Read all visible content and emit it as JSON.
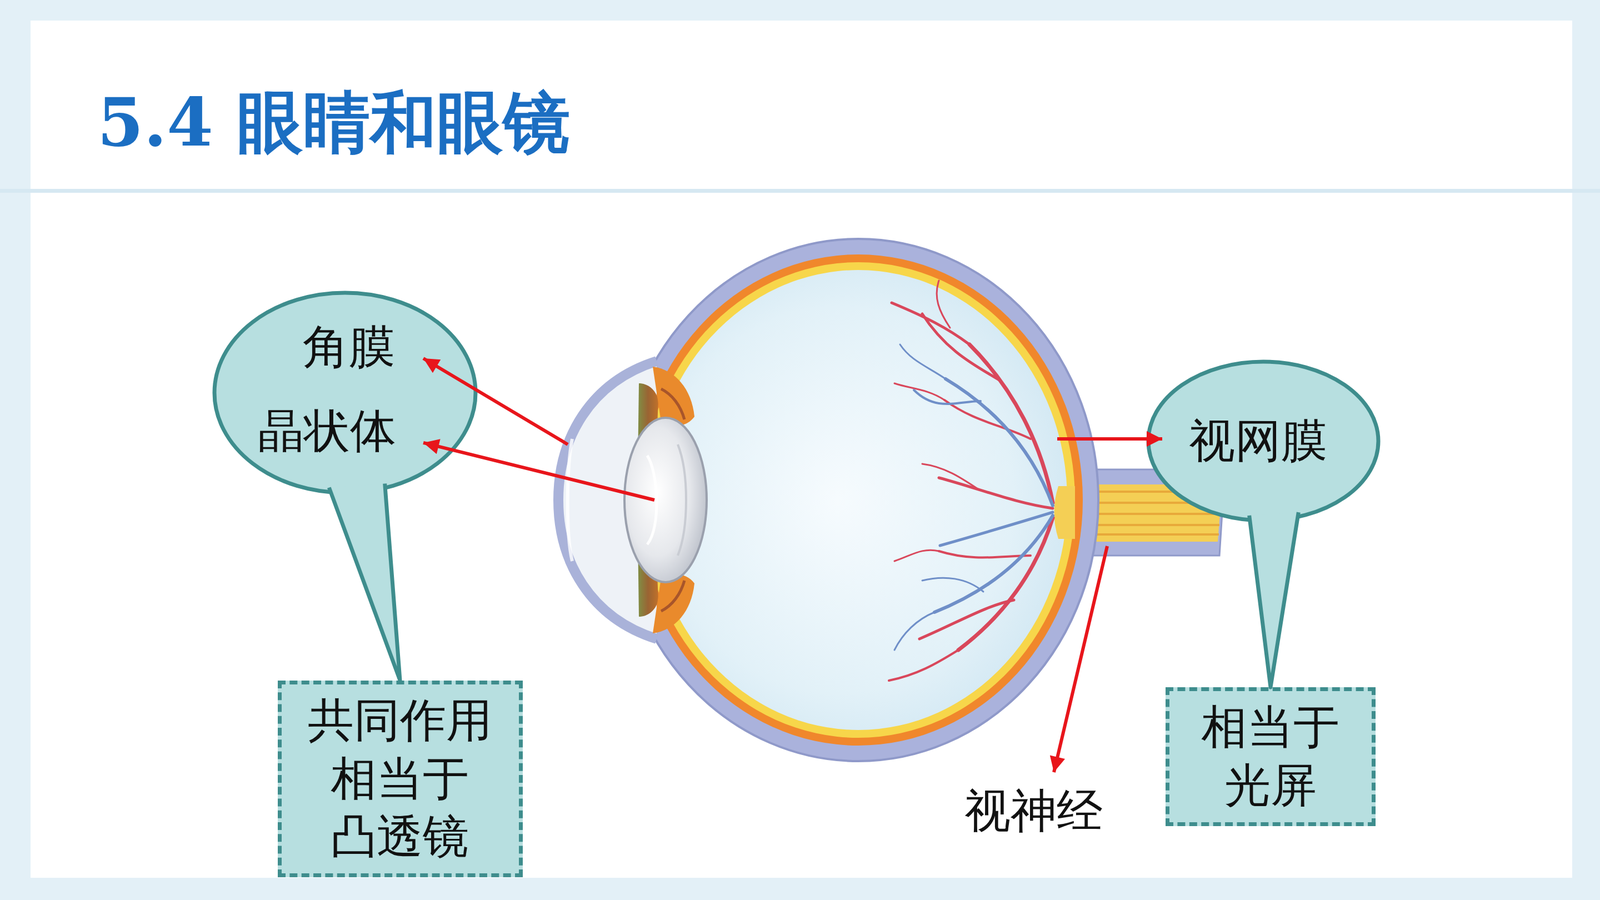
{
  "diagram": {
    "title": "5.4 眼睛和眼镜",
    "nodes": [
      {
        "text": [
          "角膜",
          "晶状体"
        ]
      },
      {
        "text": [
          "共同作用 相当于 凸透镜"
        ]
      },
      {
        "text": [
          "视网膜"
        ]
      },
      {
        "text": [
          "相当于 光屏"
        ]
      }
    ],
    "edges": [
      {
        "from": 0,
        "to": 1,
        "arrow": "none"
      },
      {
        "from": 2,
        "to": 3,
        "arrow": "none"
      }
    ],
    "labels": [
      "视神经"
    ]
  }
}
